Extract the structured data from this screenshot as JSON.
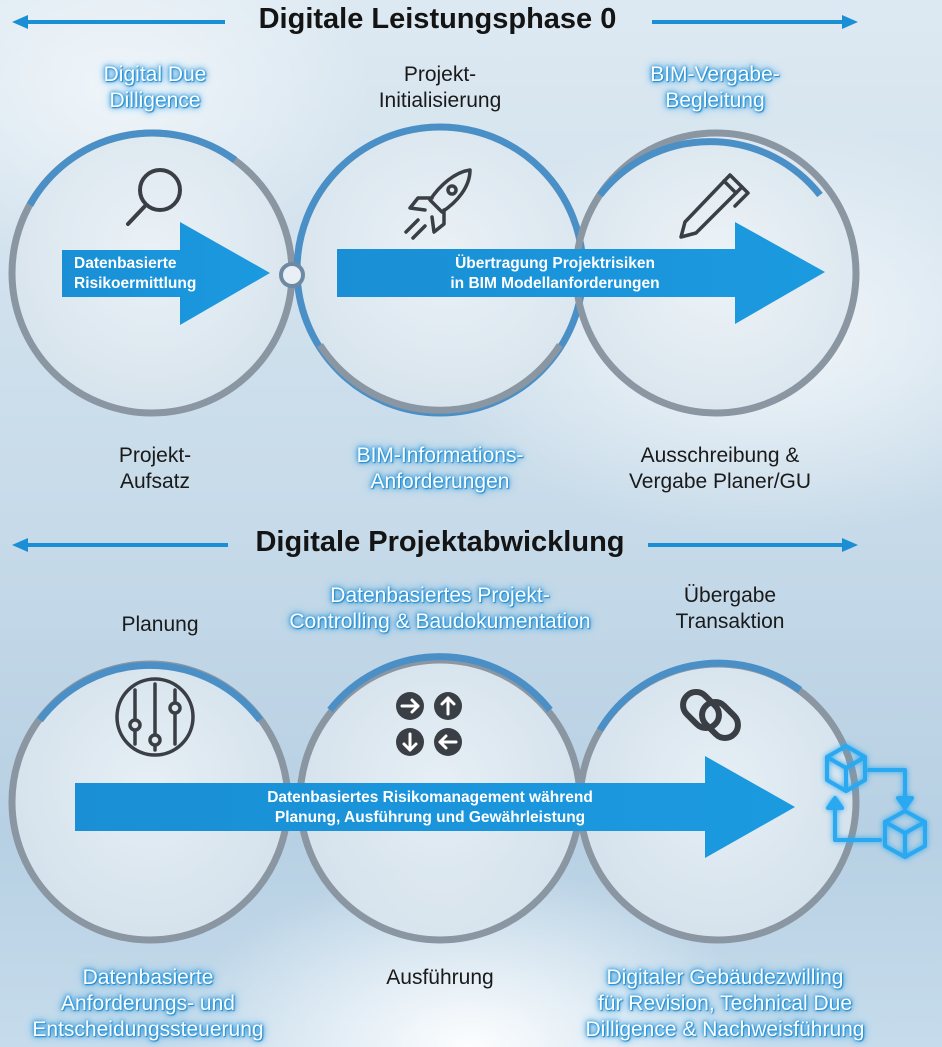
{
  "sections": [
    {
      "title": "Digitale Leistungsphase 0"
    },
    {
      "title": "Digitale Projektabwicklung"
    }
  ],
  "top": {
    "labels_above": [
      {
        "text": "Digital Due\nDilligence",
        "highlight": true
      },
      {
        "text": "Projekt-\nInitialisierung",
        "highlight": false
      },
      {
        "text": "BIM-Vergabe-\nBegleitung",
        "highlight": true
      }
    ],
    "labels_below": [
      {
        "text": "Projekt-\nAufsatz",
        "highlight": false
      },
      {
        "text": "BIM-Informations-\nAnforderungen",
        "highlight": true
      },
      {
        "text": "Ausschreibung &\nVergabe Planer/GU",
        "highlight": false
      }
    ],
    "arrow1_text": "Datenbasierte\nRisikoermittlung",
    "arrow2_text": "Übertragung Projektrisiken\nin BIM Modellanforderungen",
    "icons": [
      "magnifier-icon",
      "rocket-icon",
      "pen-icon"
    ]
  },
  "bottom": {
    "labels_above": [
      {
        "text": "Planung",
        "highlight": false
      },
      {
        "text": "Datenbasiertes Projekt-\nControlling & Baudokumentation",
        "highlight": true
      },
      {
        "text": "Übergabe\nTransaktion",
        "highlight": false
      }
    ],
    "labels_below": [
      {
        "text": "Datenbasierte\nAnforderungs- und\nEntscheidungssteuerung",
        "highlight": true
      },
      {
        "text": "Ausführung",
        "highlight": false
      },
      {
        "text": "Digitaler Gebäudezwilling\nfür Revision, Technical Due\nDilligence & Nachweisführung",
        "highlight": true
      }
    ],
    "arrow_text": "Datenbasiertes Risikomanagement während\nPlanung, Ausführung und Gewährleistung",
    "icons": [
      "sliders-icon",
      "arrows-grid-icon",
      "chain-link-icon",
      "digital-twin-cubes-icon"
    ]
  },
  "colors": {
    "accent_blue": "#1a8fd5",
    "ring_blue": "#4a90c6",
    "ring_grey": "#8a96a2",
    "dark_text": "#141414"
  }
}
